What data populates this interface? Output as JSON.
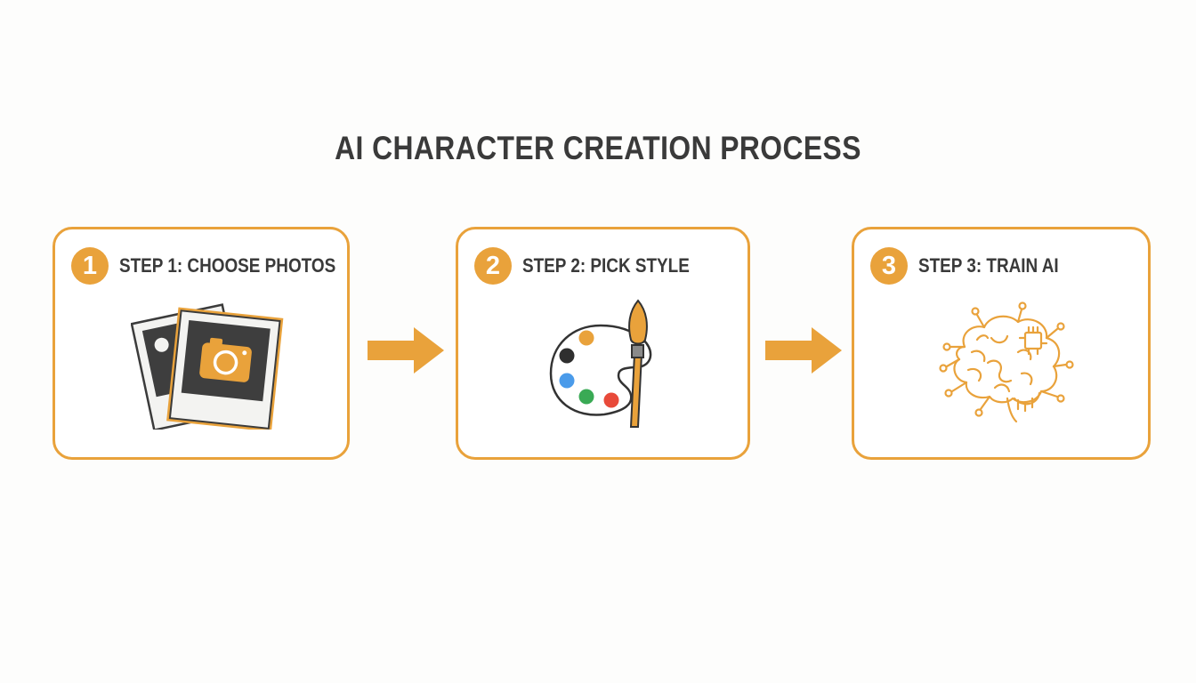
{
  "title": "AI CHARACTER CREATION PROCESS",
  "accent_color": "#e9a23b",
  "text_color": "#3a3a3a",
  "steps": [
    {
      "number": "1",
      "label": "STEP 1: CHOOSE PHOTOS",
      "icon": "photos-camera-icon"
    },
    {
      "number": "2",
      "label": "STEP 2: PICK STYLE",
      "icon": "palette-brush-icon"
    },
    {
      "number": "3",
      "label": "STEP 3: TRAIN AI",
      "icon": "brain-circuit-icon"
    }
  ],
  "connectors": [
    "right-arrow-icon",
    "right-arrow-icon"
  ]
}
